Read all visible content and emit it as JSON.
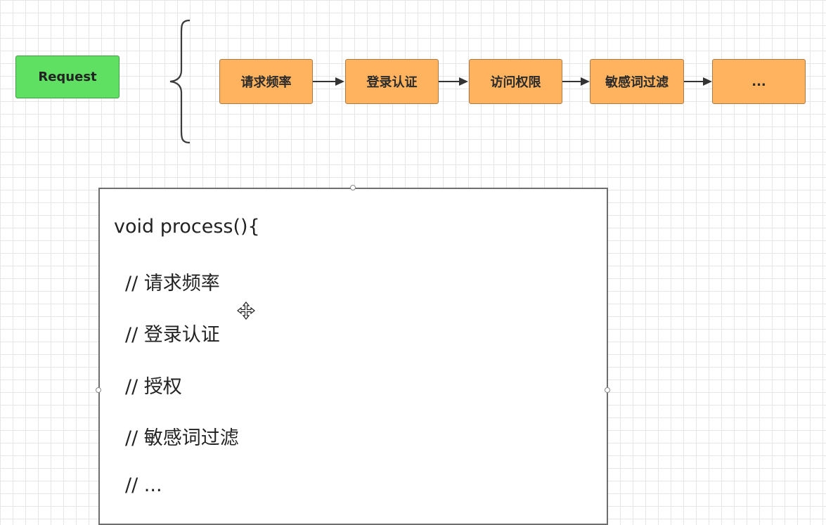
{
  "request_label": "Request",
  "pipeline": [
    {
      "label": "请求频率"
    },
    {
      "label": "登录认证"
    },
    {
      "label": "访问权限"
    },
    {
      "label": "敏感词过滤"
    },
    {
      "label": "..."
    }
  ],
  "code": {
    "lines": [
      "void process(){",
      "// 请求频率",
      "// 登录认证",
      "// 授权",
      "// 敏感词过滤",
      "// ..."
    ]
  },
  "colors": {
    "request_fill": "#5fe063",
    "step_fill": "#ffb35f",
    "grid": "#e6e6e6"
  },
  "icons": {
    "cursor": "move-cursor-icon"
  }
}
